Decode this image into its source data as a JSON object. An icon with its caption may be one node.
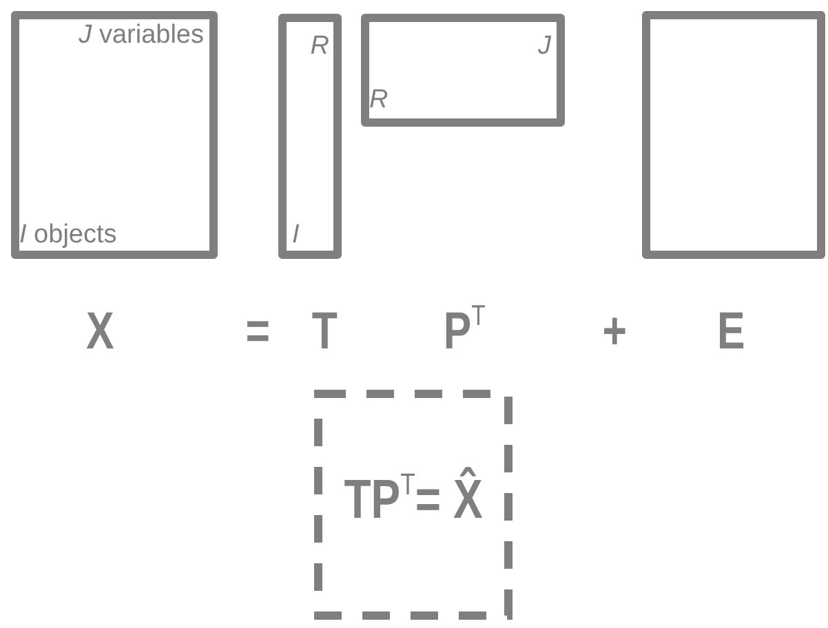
{
  "diagram": {
    "nodes": [
      {
        "text": [
          "*J* variables",
          "*I* objects"
        ]
      },
      {
        "text": [
          "R",
          "I"
        ]
      },
      {
        "text": [
          "R",
          "J"
        ]
      },
      {
        "text": [],
        "shape": "box"
      },
      {
        "text": [
          "TP$^{T}$= X̂"
        ]
      }
    ],
    "labels": [
      "X",
      "=",
      "T",
      "P$^{T}$",
      "+",
      "E"
    ]
  }
}
